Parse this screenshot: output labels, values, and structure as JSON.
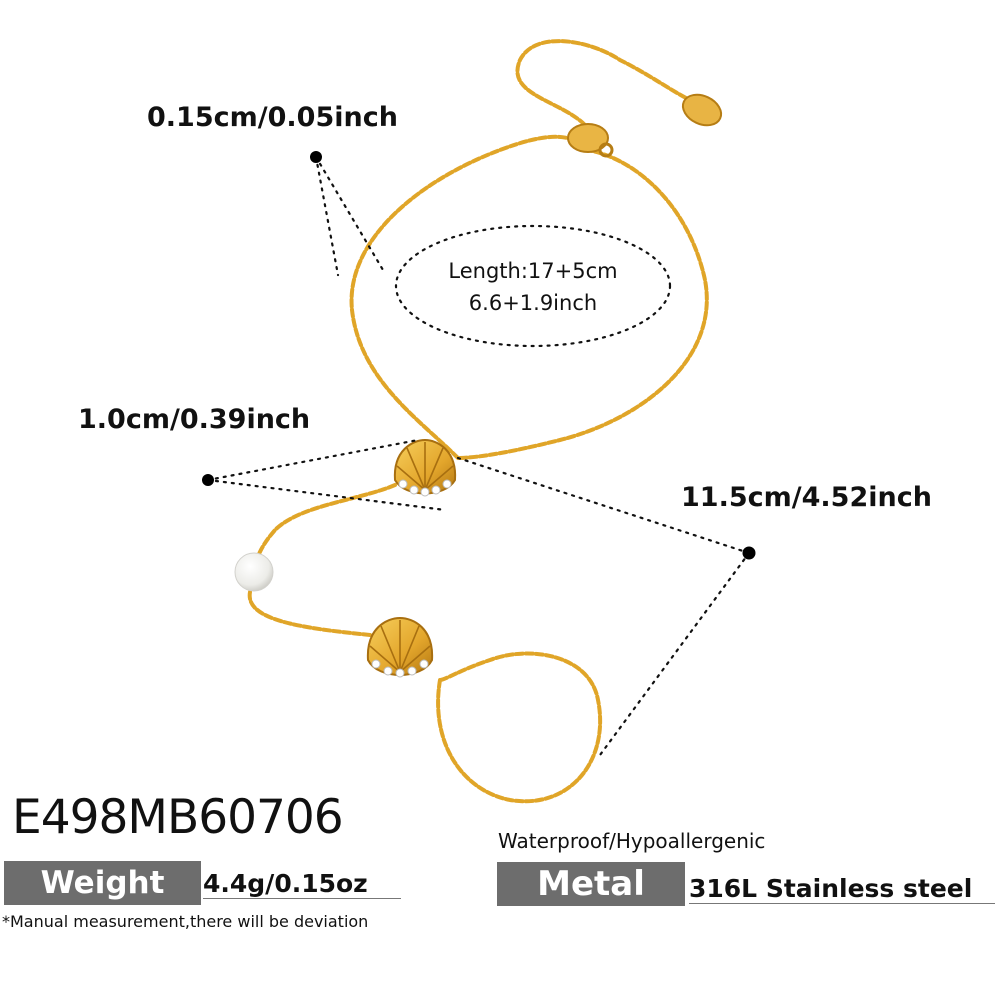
{
  "measurements": {
    "chain_thickness": "0.15cm/0.05inch",
    "length_line1": "Length:17+5cm",
    "length_line2": "6.6+1.9inch",
    "charm_size": "1.0cm/0.39inch",
    "ring_chain": "11.5cm/4.52inch"
  },
  "product": {
    "code": "E498MB60706",
    "weight_label": "Weight",
    "weight_value": "4.4g/0.15oz",
    "features": "Waterproof/Hypoallergenic",
    "metal_label": "Metal",
    "metal_value": "316L Stainless steel",
    "disclaimer": "*Manual measurement,there will be deviation"
  },
  "colors": {
    "gold": "#e0a528",
    "gold_dark": "#b67d14",
    "label_bg": "#6d6d6d",
    "pearl": "#f4f4f2"
  }
}
